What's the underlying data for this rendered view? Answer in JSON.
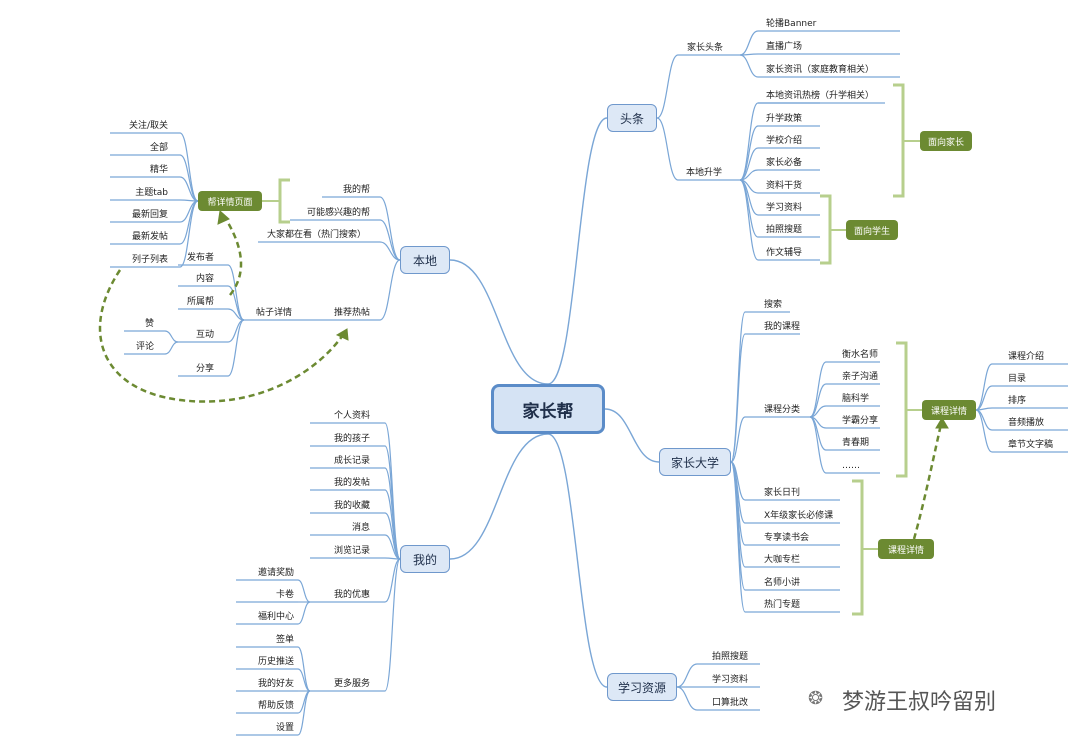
{
  "root": "家长帮",
  "branches": {
    "toutiao": {
      "label": "头条",
      "parent_headline": "家长头条",
      "headline_items": [
        "轮播Banner",
        "直播广场",
        "家长资讯（家庭教育相关）"
      ],
      "local": "本地升学",
      "local_items": [
        "本地资讯热榜（升学相关）",
        "升学政策",
        "学校介绍",
        "家长必备",
        "资料干货",
        "学习资料",
        "拍照搜题",
        "作文辅导"
      ],
      "for_parents": "面向家长",
      "for_students": "面向学生"
    },
    "university": {
      "label": "家长大学",
      "items": [
        "搜索",
        "我的课程",
        "课程分类",
        "家长日刊",
        "X年级家长必修课",
        "专享读书会",
        "大咖专栏",
        "名师小讲",
        "热门专题"
      ],
      "categories": [
        "衡水名师",
        "亲子沟通",
        "脑科学",
        "学霸分享",
        "青春期",
        "……"
      ],
      "course_detail": "课程详情",
      "course_detail_items": [
        "课程介绍",
        "目录",
        "排序",
        "音频播放",
        "章节文字稿"
      ],
      "course_detail2": "课程详情"
    },
    "resources": {
      "label": "学习资源",
      "items": [
        "拍照搜题",
        "学习资料",
        "口算批改"
      ]
    },
    "local": {
      "label": "本地",
      "my_help": "我的帮",
      "maybe_interest": "可能感兴趣的帮",
      "everyone_watching": "大家都在看（热门搜索）",
      "hot_posts": "推荐热帖",
      "post_detail": "帖子详情",
      "post_detail_items": [
        "发布者",
        "内容",
        "所属帮",
        "互动",
        "分享"
      ],
      "interaction_items": [
        "赞",
        "评论"
      ],
      "help_detail": "帮详情页面",
      "help_detail_items": [
        "关注/取关",
        "全部",
        "精华",
        "主题tab",
        "最新回复",
        "最新发帖",
        "列子列表"
      ]
    },
    "mine": {
      "label": "我的",
      "items": [
        "个人资料",
        "我的孩子",
        "成长记录",
        "我的发帖",
        "我的收藏",
        "消息",
        "浏览记录",
        "我的优惠",
        "更多服务"
      ],
      "coupons": [
        "邀请奖励",
        "卡卷",
        "福利中心"
      ],
      "services": [
        "签单",
        "历史推送",
        "我的好友",
        "帮助反馈",
        "设置"
      ]
    }
  },
  "colors": {
    "line": "#7aa6d6",
    "green": "#6c8a32",
    "bracket": "#b7cf8d",
    "box": "#dde8f6"
  },
  "watermark": "梦游王叔吟留别"
}
